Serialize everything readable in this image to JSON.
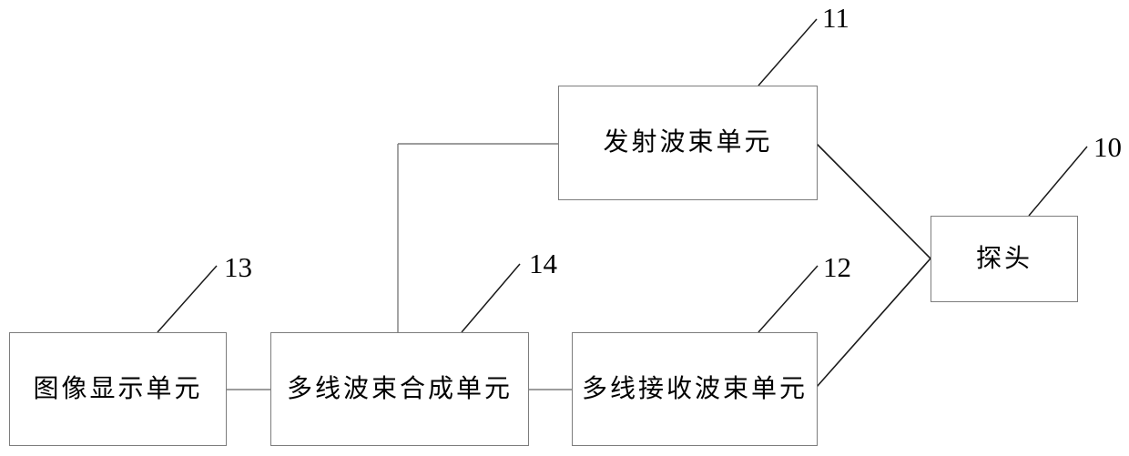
{
  "diagram": {
    "colors": {
      "background": "#ffffff",
      "box_border": "#7d7d7d",
      "wire": "#7d7d7d",
      "lead_line": "#1a1a1a",
      "text": "#000000"
    },
    "nodes": [
      {
        "id": "transmit-beam-unit",
        "label": "发射波束单元",
        "ref": "11"
      },
      {
        "id": "probe",
        "label": "探头",
        "ref": "10"
      },
      {
        "id": "multiline-receive-beam-unit",
        "label": "多线接收波束单元",
        "ref": "12"
      },
      {
        "id": "image-display-unit",
        "label": "图像显示单元",
        "ref": "13"
      },
      {
        "id": "multiline-beam-synthesis-unit",
        "label": "多线波束合成单元",
        "ref": "14"
      }
    ],
    "ref_labels": [
      {
        "text": "11",
        "for": "transmit-beam-unit"
      },
      {
        "text": "10",
        "for": "probe"
      },
      {
        "text": "12",
        "for": "multiline-receive-beam-unit"
      },
      {
        "text": "13",
        "for": "image-display-unit"
      },
      {
        "text": "14",
        "for": "multiline-beam-synthesis-unit"
      }
    ],
    "edges": [
      {
        "from": "multiline-beam-synthesis-unit",
        "to": "transmit-beam-unit",
        "style": "orthogonal"
      },
      {
        "from": "transmit-beam-unit",
        "to": "probe",
        "style": "diagonal"
      },
      {
        "from": "multiline-receive-beam-unit",
        "to": "probe",
        "style": "diagonal"
      },
      {
        "from": "image-display-unit",
        "to": "multiline-beam-synthesis-unit",
        "style": "horizontal"
      },
      {
        "from": "multiline-beam-synthesis-unit",
        "to": "multiline-receive-beam-unit",
        "style": "horizontal"
      }
    ]
  }
}
